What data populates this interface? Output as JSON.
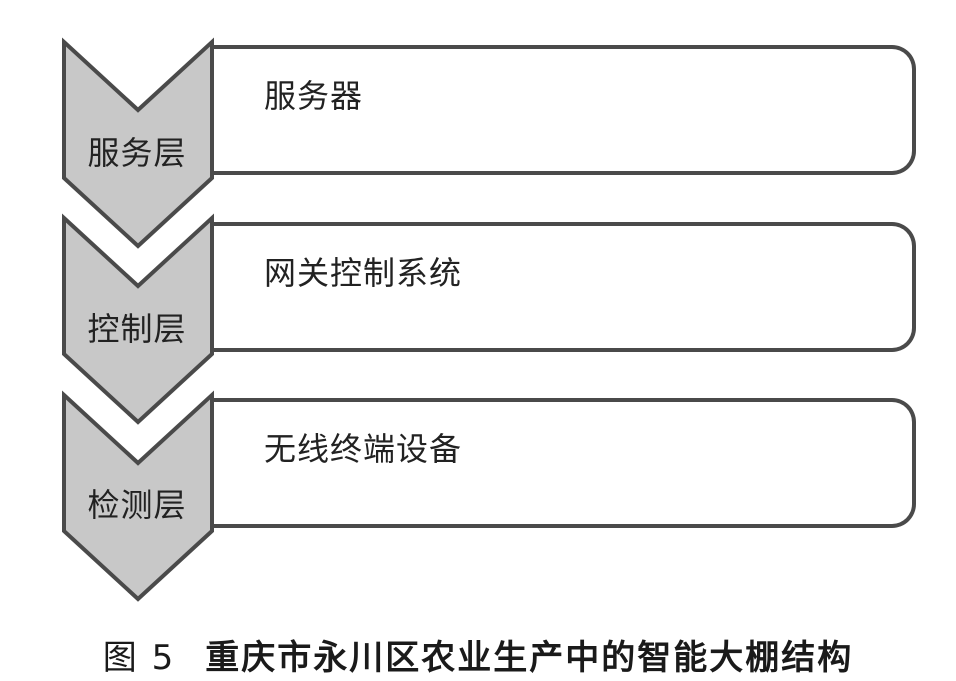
{
  "layers": [
    {
      "label": "服务层",
      "content": "服务器"
    },
    {
      "label": "控制层",
      "content": "网关控制系统"
    },
    {
      "label": "检测层",
      "content": "无线终端设备"
    }
  ],
  "caption": {
    "figure_number": "图 5",
    "title": "重庆市永川区农业生产中的智能大棚结构"
  },
  "colors": {
    "chevron_fill": "#c8c8c8",
    "stroke": "#4a4a4a"
  }
}
